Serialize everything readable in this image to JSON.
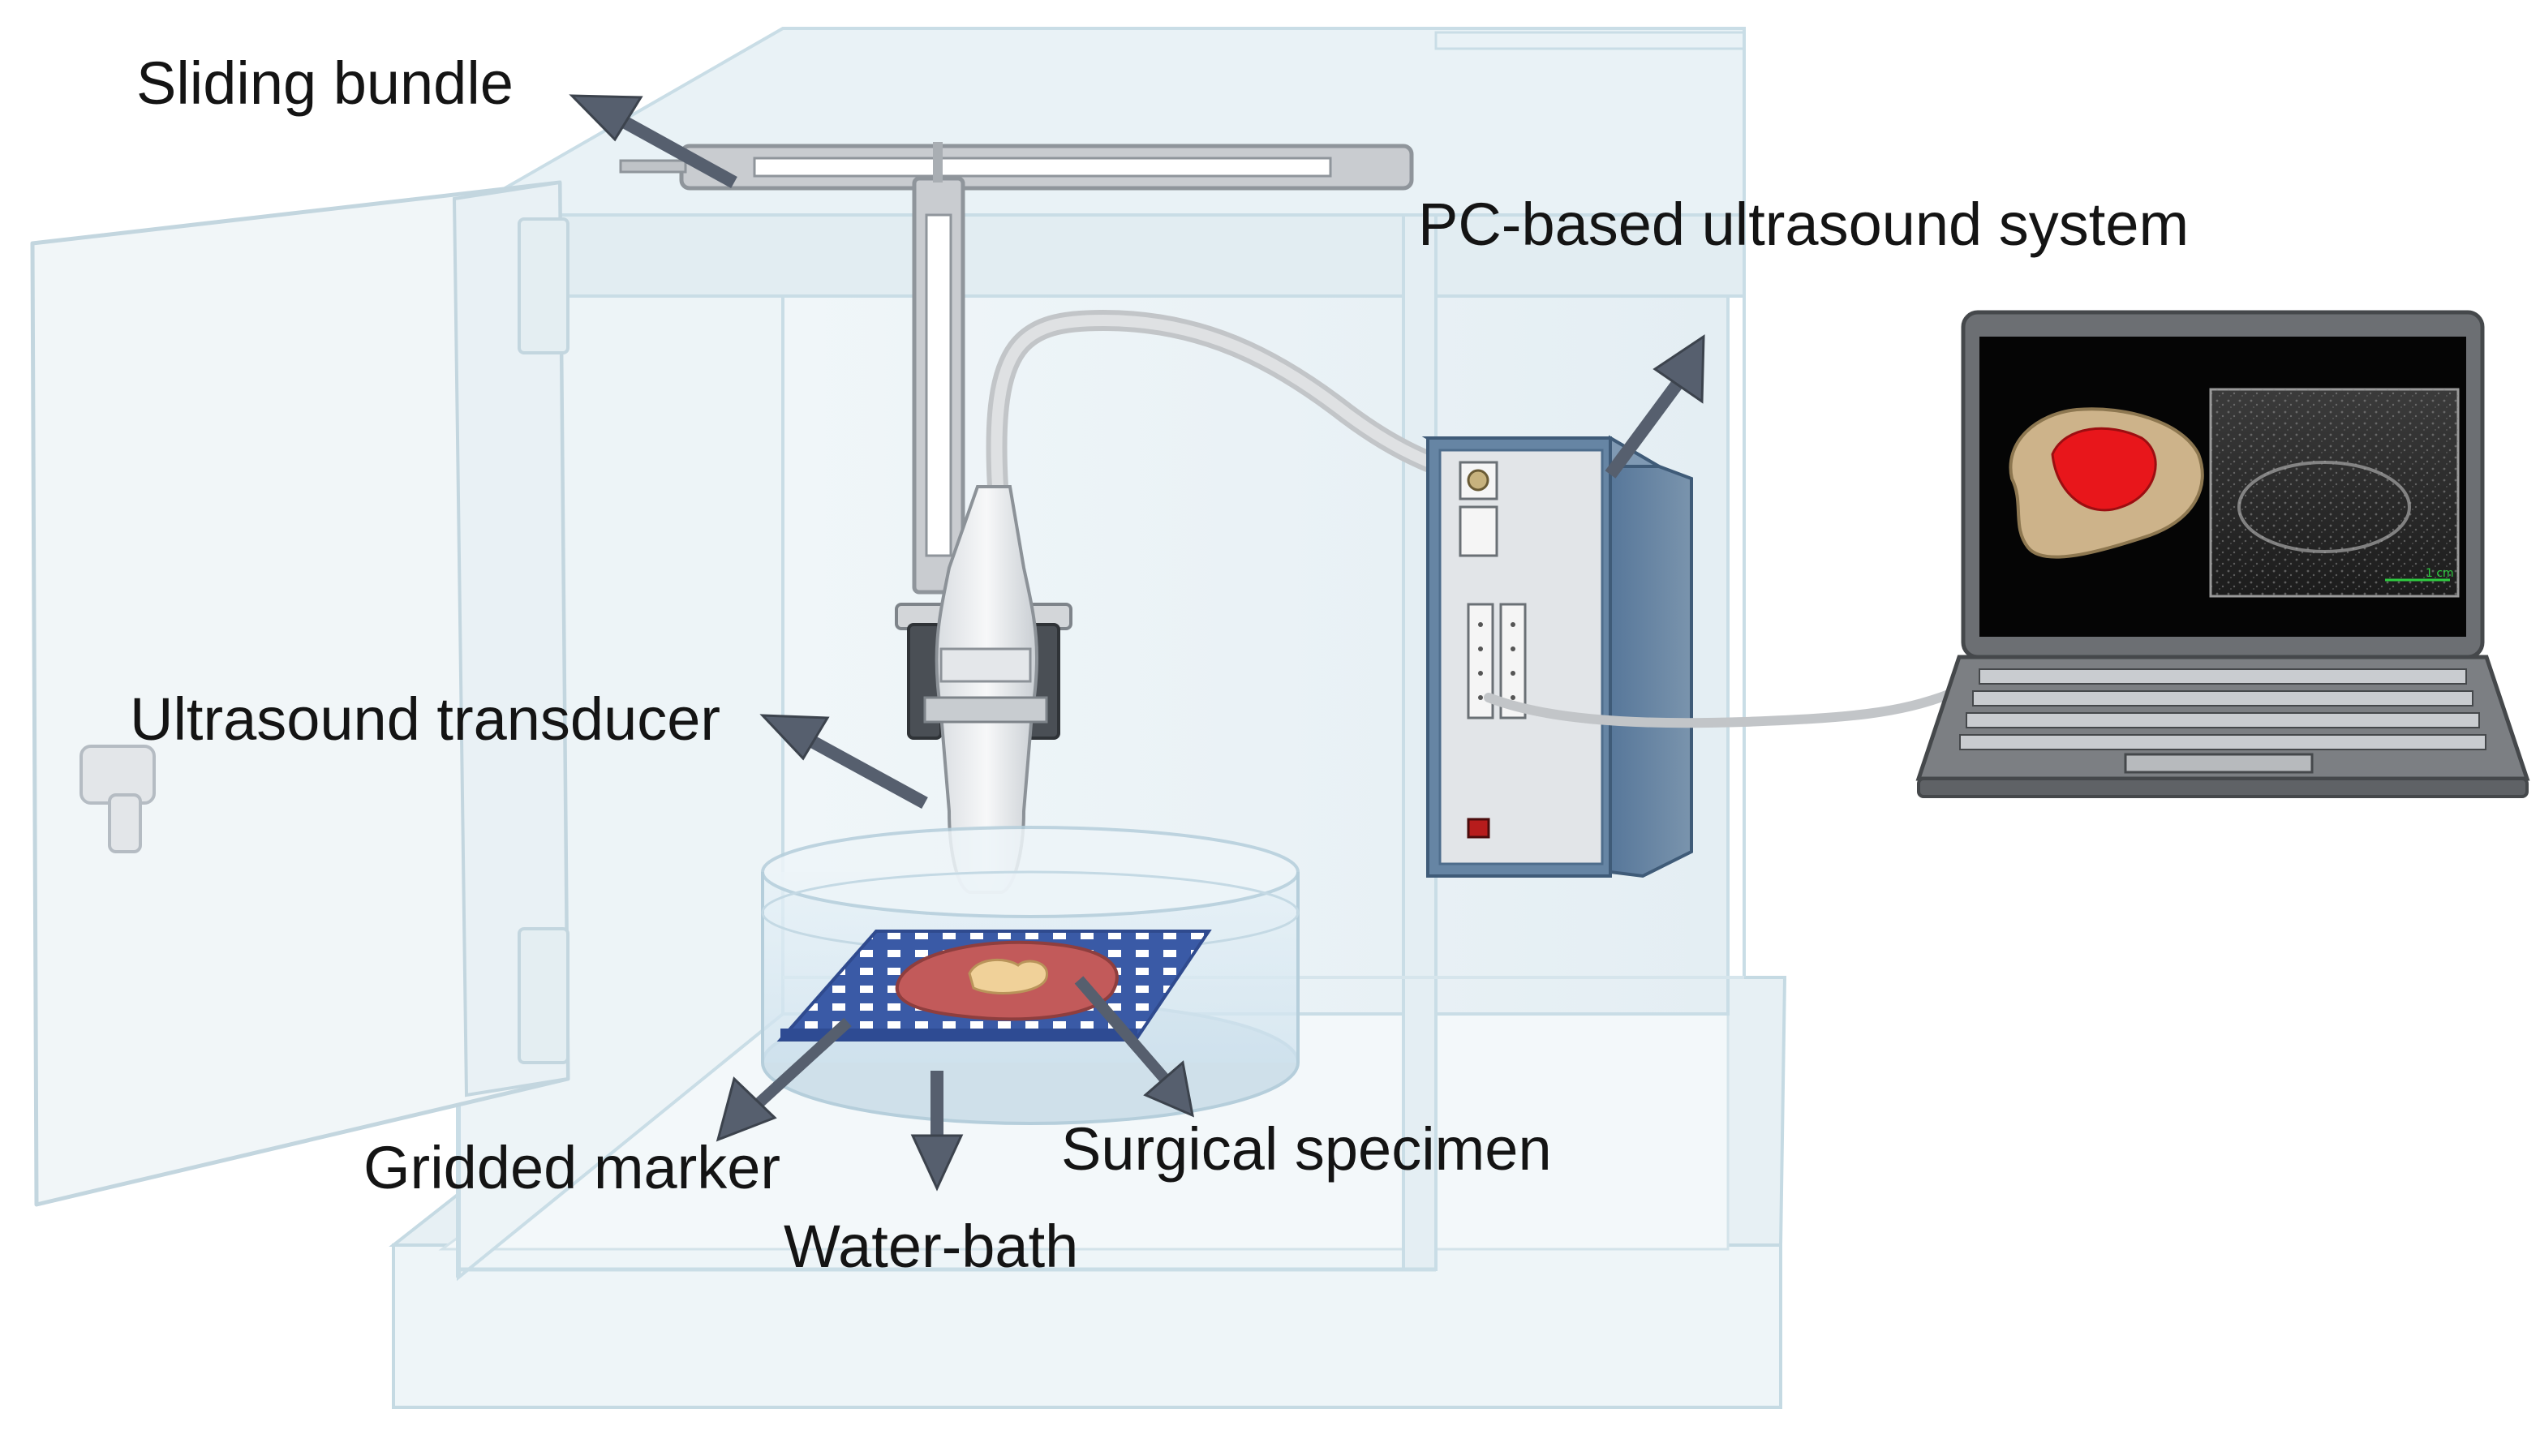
{
  "labels": {
    "sliding_bundle": "Sliding bundle",
    "pc_system": "PC-based ultrasound system",
    "transducer": "Ultrasound transducer",
    "gridded_marker": "Gridded marker",
    "water_bath": "Water-bath",
    "surgical_specimen": "Surgical specimen"
  },
  "screen": {
    "scale_text": "1 cm"
  },
  "colors": {
    "arrow": "#565f6e",
    "cabinet": "#c9dde6",
    "device_body": "#5f7f9e",
    "tumor": "#e8161b",
    "specimen_tissue": "#cdb38a",
    "grid_blue": "#3a5aa6",
    "laptop_body": "#6c6f73"
  }
}
